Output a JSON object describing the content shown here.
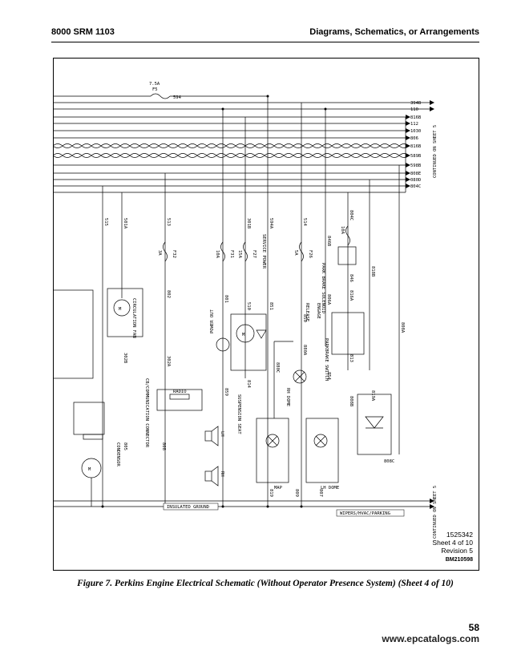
{
  "header": {
    "left": "8000 SRM 1103",
    "right": "Diagrams, Schematics, or Arrangements"
  },
  "fuse_top": {
    "rating": "7.5A",
    "name": "F5",
    "wire": "594"
  },
  "right_bus_labels": [
    "394B",
    "110",
    "816B",
    "112",
    "1030",
    "806",
    "816B",
    "589B",
    "598B",
    "808E",
    "080D",
    "804C"
  ],
  "continued_top": "CONTINUED ON SHEET 5",
  "continued_bottom": "CONTINUED ON SHEET 5",
  "wire_labels": {
    "w515": "515",
    "w501a": "501A",
    "w513": "513",
    "w301b": "301B",
    "w594a": "594A",
    "w514": "514",
    "w804c": "804C",
    "w802": "802",
    "w801": "801",
    "w510": "510",
    "w851": "851",
    "w850": "850",
    "w854": "854",
    "w813": "813",
    "w818b": "818B",
    "w816a": "816A",
    "w806a": "806A",
    "w808a": "808A",
    "w819a": "819A",
    "w302b": "302B",
    "w302a": "302A",
    "w859": "859",
    "w814": "814",
    "w808": "808",
    "w805": "805",
    "w880c": "880C",
    "w880a": "880A",
    "w808b": "808B",
    "w819": "819",
    "w809": "809",
    "w807": "807",
    "w808c": "808C",
    "w846b": "846B",
    "w846": "846"
  },
  "fuses": [
    {
      "rating": "3A",
      "name": "F32"
    },
    {
      "rating": "10A",
      "name": "F31"
    },
    {
      "rating": "15A",
      "name": "F27"
    },
    {
      "rating": "5A",
      "name": "F26"
    },
    {
      "rating": "10A",
      "name": ""
    }
  ],
  "component_labels": {
    "circulation_fan": "CIRCULATION FAN",
    "service_power": "SERVICE POWER",
    "park_brake_solenoid": "PARK BRAKE SOLENOID",
    "engage": "ENGAGE",
    "release": "RELEASE",
    "parkbrake_switch": "PARKBRAKE SWITCH",
    "power_outlet": "POWER OUT",
    "radio": "RADIO",
    "cb_connector": "CB/COMMUNICATION CONNECTOR",
    "suspension_seat": "SUSPENSION SEAT",
    "rh_dome": "RH DOME",
    "map": "MAP",
    "lh_dome": "LH DOME",
    "condensor": "CONDENSOR",
    "motor": "M",
    "lh": "LH",
    "rh": "RH"
  },
  "bottom_labels": {
    "insulated_ground": "INSULATED GROUND",
    "wipers": "WIPERS/HVAC/PARKING"
  },
  "sheet": {
    "number": "1525342",
    "sheet": "Sheet 4 of 10",
    "revision": "Revision 5",
    "bm": "BM210598"
  },
  "caption": "Figure 7. Perkins Engine Electrical Schematic (Without Operator Presence System) (Sheet 4 of 10)",
  "page_number": "58",
  "watermark": "www.epcatalogs.com"
}
